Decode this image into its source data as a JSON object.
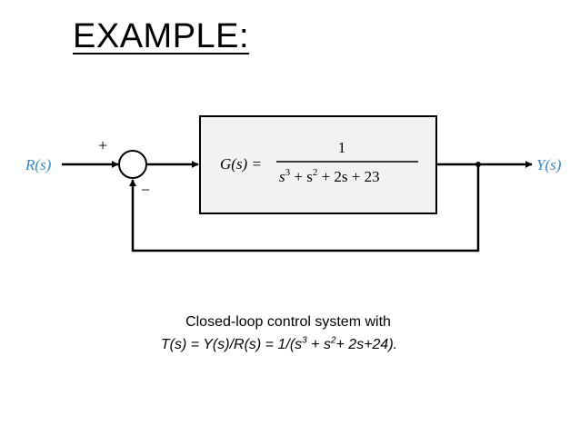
{
  "title": "EXAMPLE:",
  "diagram": {
    "input_label": "R(s)",
    "output_label": "Y(s)",
    "plus_sign": "+",
    "minus_sign": "−",
    "block": {
      "lhs": "G(s) =",
      "numerator": "1",
      "denominator": {
        "s1": "s",
        "e1": "3",
        "p1": " + s",
        "e2": "2",
        "rest": " + 2s + 23"
      }
    },
    "colors": {
      "signal_label": "#3a86c8",
      "block_fill": "#f2f2f2",
      "line": "#000000"
    }
  },
  "caption": {
    "line1": "Closed-loop control system with",
    "line2_start": "T(s) = Y(s)/R(s) = 1/(s",
    "line2_exp1": "3",
    "line2_mid": " + s",
    "line2_exp2": "2",
    "line2_end": "+ 2s+24)."
  }
}
